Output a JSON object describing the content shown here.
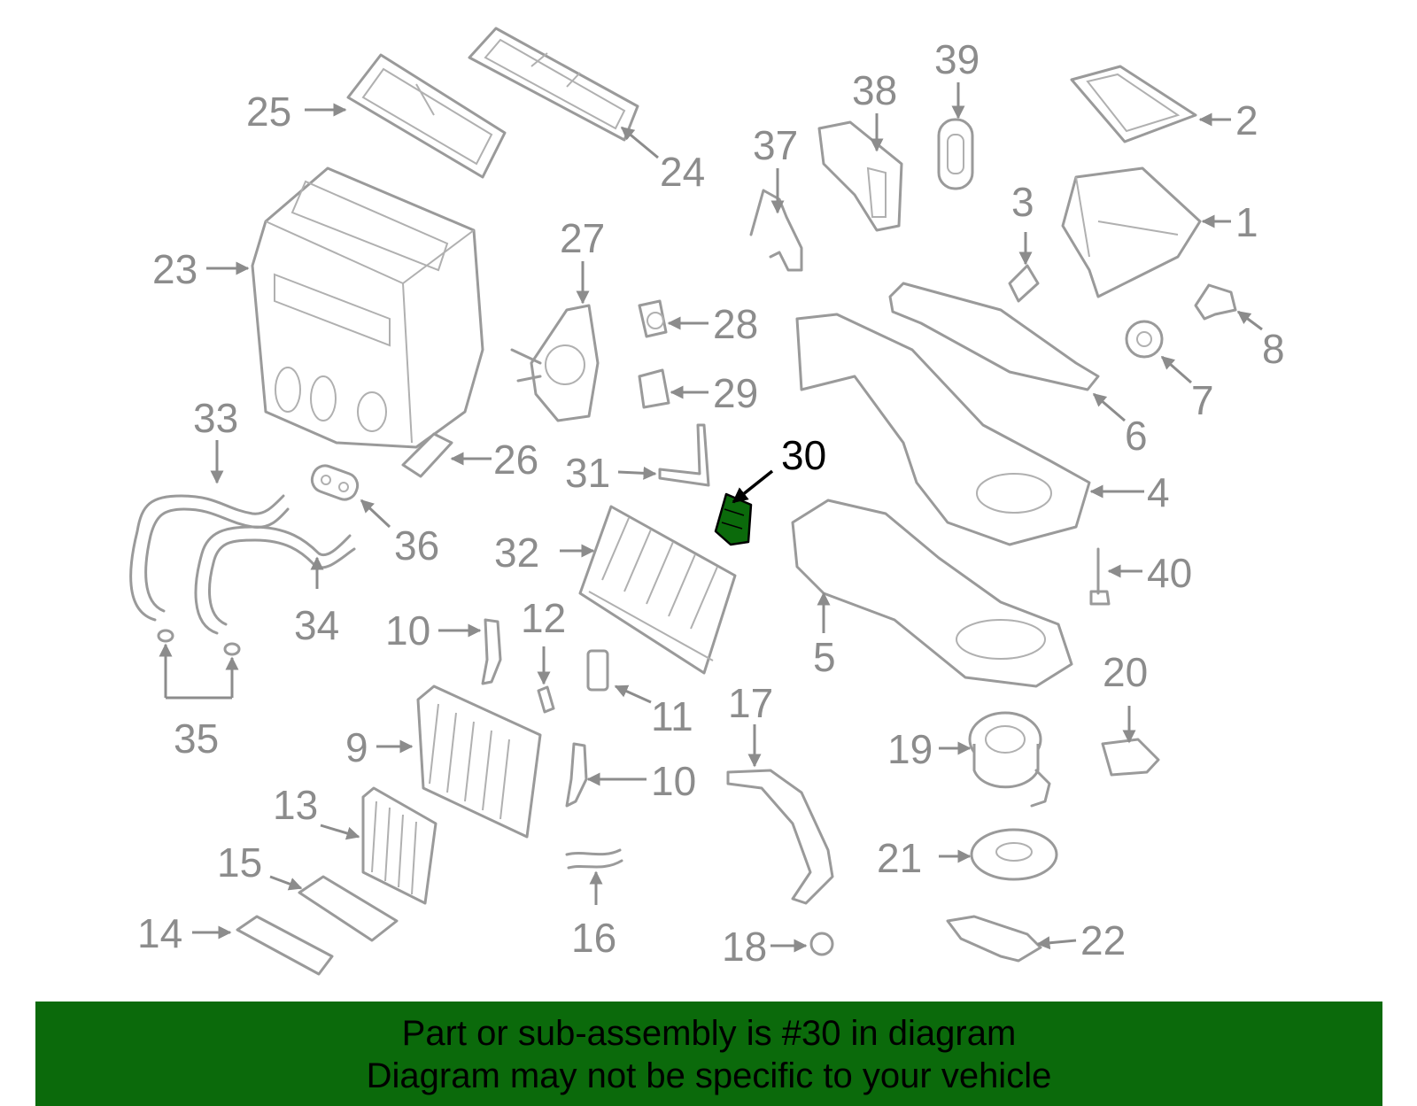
{
  "banner": {
    "line1": "Part or sub-assembly is #30 in diagram",
    "line2": "Diagram may not be specific to your vehicle"
  },
  "highlight": {
    "part_number": "30",
    "color": "#0b6a0b"
  },
  "callouts": [
    "1",
    "2",
    "3",
    "4",
    "5",
    "6",
    "7",
    "8",
    "9",
    "10",
    "10",
    "11",
    "12",
    "13",
    "14",
    "15",
    "16",
    "17",
    "18",
    "19",
    "20",
    "21",
    "22",
    "23",
    "24",
    "25",
    "26",
    "27",
    "28",
    "29",
    "30",
    "31",
    "32",
    "33",
    "34",
    "35",
    "36",
    "37",
    "38",
    "39",
    "40"
  ]
}
